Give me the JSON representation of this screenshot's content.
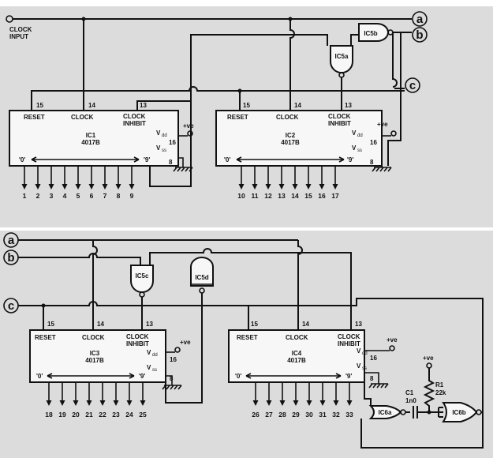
{
  "clock_input_label": [
    "CLOCK",
    "INPUT"
  ],
  "buses": [
    "a",
    "b",
    "c"
  ],
  "counter_labels": {
    "reset": "RESET",
    "clock": "CLOCK",
    "clock_inhibit": [
      "CLOCK",
      "INHIBIT"
    ],
    "vdd": "V",
    "vdd_sub": "dd",
    "vss": "V",
    "vss_sub": "ss",
    "supply": "+ve",
    "first": "'0'",
    "last": "'9'"
  },
  "counter_pins": {
    "reset": "15",
    "clock": "14",
    "clock_inhibit": "13",
    "vdd": "16",
    "vss": "8"
  },
  "counters": [
    {
      "name": "IC1",
      "part": "4017B",
      "outputs": [
        "1",
        "2",
        "3",
        "4",
        "5",
        "6",
        "7",
        "8",
        "9"
      ]
    },
    {
      "name": "IC2",
      "part": "4017B",
      "outputs": [
        "10",
        "11",
        "12",
        "13",
        "14",
        "15",
        "16",
        "17"
      ]
    },
    {
      "name": "IC3",
      "part": "4017B",
      "outputs": [
        "18",
        "19",
        "20",
        "21",
        "22",
        "23",
        "24",
        "25"
      ]
    },
    {
      "name": "IC4",
      "part": "4017B",
      "outputs": [
        "26",
        "27",
        "28",
        "29",
        "30",
        "31",
        "32",
        "33"
      ]
    }
  ],
  "gates": [
    "IC5a",
    "IC5b",
    "IC5c",
    "IC5d",
    "IC6a",
    "IC6b"
  ],
  "capacitor": {
    "name": "C1",
    "value": "1n0"
  },
  "resistor": {
    "name": "R1",
    "value": "22k"
  },
  "resistor_supply": "+ve"
}
